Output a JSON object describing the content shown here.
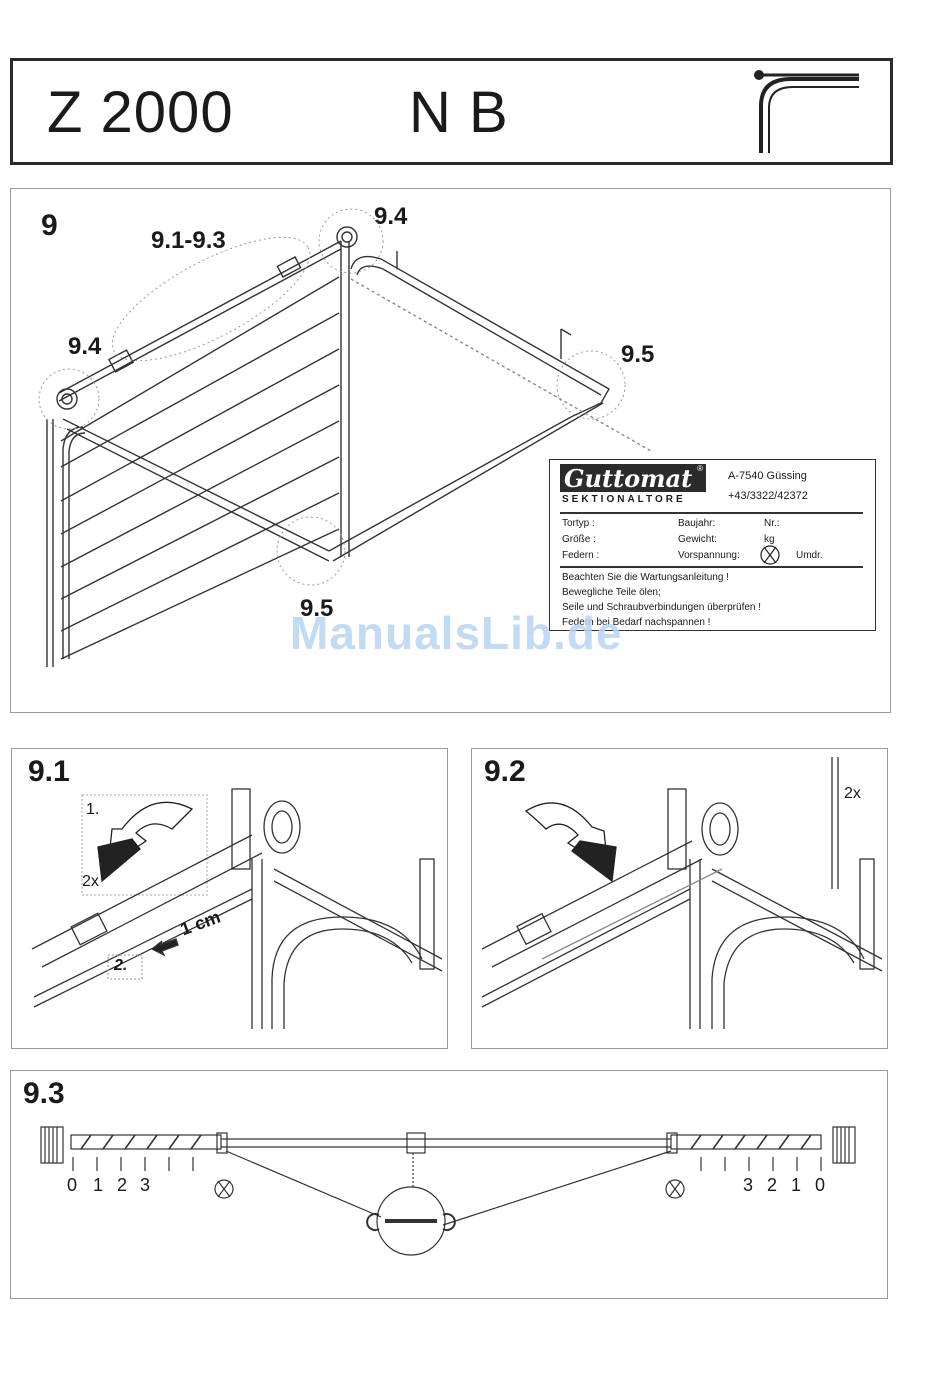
{
  "header": {
    "model": "Z 2000",
    "variant": "N B"
  },
  "main": {
    "number": "9",
    "callouts": {
      "a": "9.1-9.3",
      "b": "9.4",
      "c": "9.4",
      "d": "9.5",
      "e": "9.5"
    }
  },
  "plate": {
    "brand": "Guttomat",
    "reg_mark": "®",
    "tagline": "SEKTIONALTORE",
    "address": "A-7540 Güssing",
    "phone": "+43/3322/42372",
    "fields": {
      "tortyp": "Tortyp  :",
      "baujahr": "Baujahr:",
      "nr": "Nr.:",
      "groesse": "Größe  :",
      "gewicht": "Gewicht:",
      "kg": "kg",
      "federn": "Federn :",
      "vorspannung": "Vorspannung:",
      "umdr": "Umdr."
    },
    "notes": [
      "Beachten Sie die Wartungsanleitung !",
      "Bewegliche Teile ölen;",
      "Seile und Schraubverbindungen überprüfen !",
      "Federn bei Bedarf nachspannen !"
    ]
  },
  "watermark": "ManualsLib.de",
  "step91": {
    "number": "9.1",
    "step1": "1.",
    "times": "2x",
    "step2": "2.",
    "distance": "1 cm"
  },
  "step92": {
    "number": "9.2",
    "times": "2x"
  },
  "step93": {
    "number": "9.3",
    "left_scale": [
      "0",
      "1",
      "2",
      "3"
    ],
    "right_scale": [
      "3",
      "2",
      "1",
      "0"
    ]
  }
}
